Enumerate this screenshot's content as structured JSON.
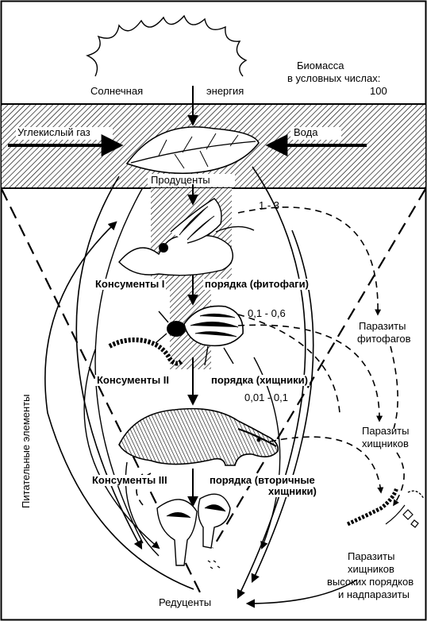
{
  "labels": {
    "solar_energy_left": "Солнечная",
    "solar_energy_right": "энергия",
    "biomass_title": "Биомасса",
    "biomass_subtitle": "в условных числах:",
    "biomass_value_top": "100",
    "carbon_dioxide": "Углекислый газ",
    "water": "Вода",
    "producers": "Продуценты",
    "ratio_1": "1 - 3",
    "consumers_1_left": "Консументы I",
    "consumers_1_right": "порядка (фитофаги)",
    "ratio_2": "0,1 - 0,6",
    "parasites_phyto_1": "Паразиты",
    "parasites_phyto_2": "фитофагов",
    "consumers_2_left": "Консументы II",
    "consumers_2_right": "порядка (хищники)",
    "ratio_3": "0,01 - 0,1",
    "parasites_pred_1": "Паразиты",
    "parasites_pred_2": "хищников",
    "consumers_3_left": "Консументы III",
    "consumers_3_right_1": "порядка (вторичные",
    "consumers_3_right_2": "хищники)",
    "nutrients": "Питательные элементы",
    "parasites_high_1": "Паразиты",
    "parasites_high_2": "хищников",
    "parasites_high_3": "высоких порядков",
    "parasites_high_4": "и надпаразиты",
    "decomposers": "Редуценты"
  }
}
